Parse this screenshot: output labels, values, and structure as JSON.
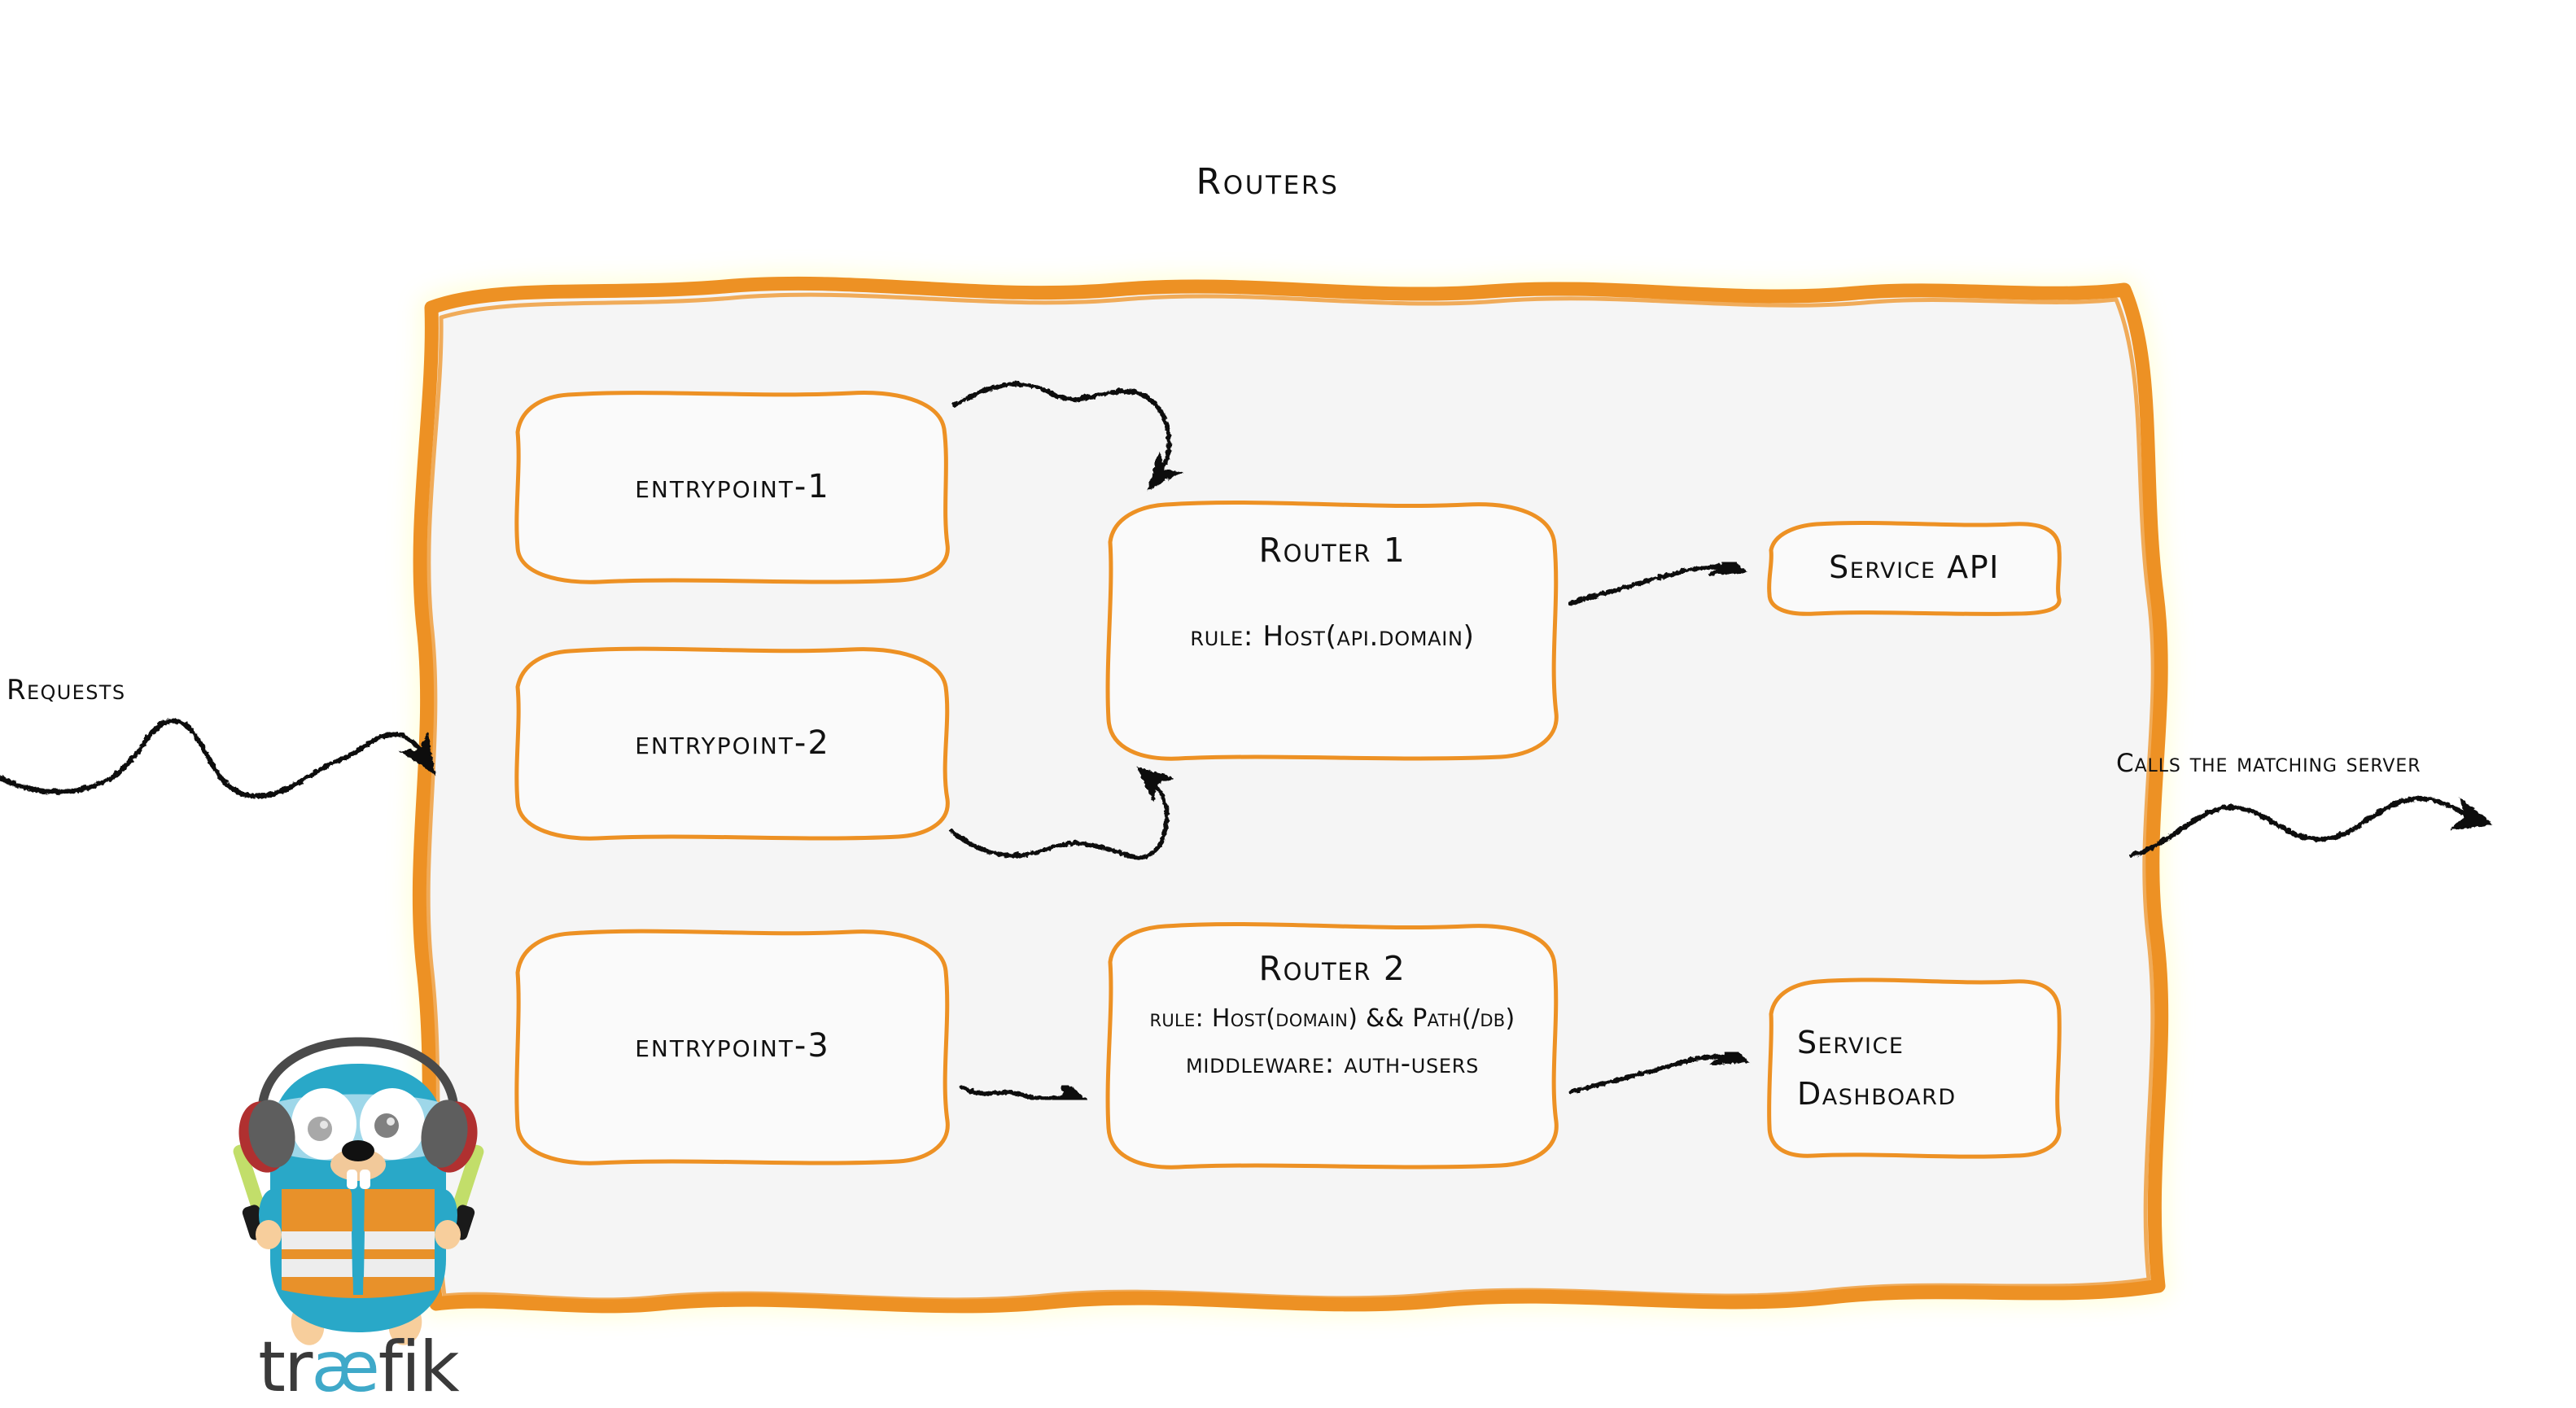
{
  "diagram": {
    "title": "Routers",
    "type": "traefik-routing-architecture"
  },
  "container": {
    "border_color": "#ED9124",
    "fill_color": "#F5F5F5"
  },
  "entrypoints": [
    {
      "label": "entrypoint-1"
    },
    {
      "label": "entrypoint-2"
    },
    {
      "label": "entrypoint-3"
    }
  ],
  "routers": [
    {
      "title": "Router 1",
      "lines": [
        "rule: Host(api.domain)"
      ]
    },
    {
      "title": "Router 2",
      "lines": [
        "rule: Host(domain) && Path(/db)",
        "middleware: auth-users"
      ]
    }
  ],
  "services": [
    {
      "lines": [
        "Service API"
      ]
    },
    {
      "lines": [
        "Service",
        "Dashboard"
      ]
    }
  ],
  "annotations": {
    "requests": "Requests",
    "calls": "Calls the matching server"
  },
  "logo": {
    "wordmark_prefix": "tr",
    "wordmark_accent": "æ",
    "wordmark_suffix": "fik",
    "body_color": "#29A8C8",
    "vest_color": "#E8912A",
    "baton_color": "#B5D65A",
    "wordmark_color": "#3A3A3A",
    "wordmark_accent_color": "#3FA9C9"
  }
}
